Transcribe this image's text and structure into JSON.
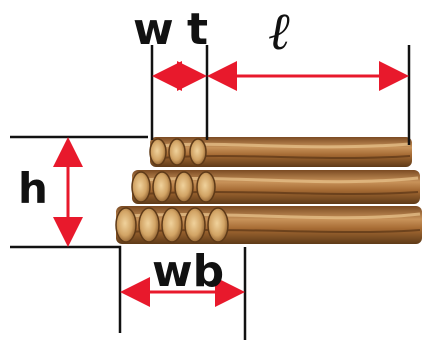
{
  "labels": {
    "w": "w",
    "t": "t",
    "l": "ℓ",
    "h": "h",
    "wb": "wb"
  },
  "colors": {
    "dimension_arrow": "#e8192c",
    "line": "#111111",
    "wood_light": "#d9b07a",
    "wood_mid": "#b07a3e",
    "wood_dark": "#6e4520"
  }
}
